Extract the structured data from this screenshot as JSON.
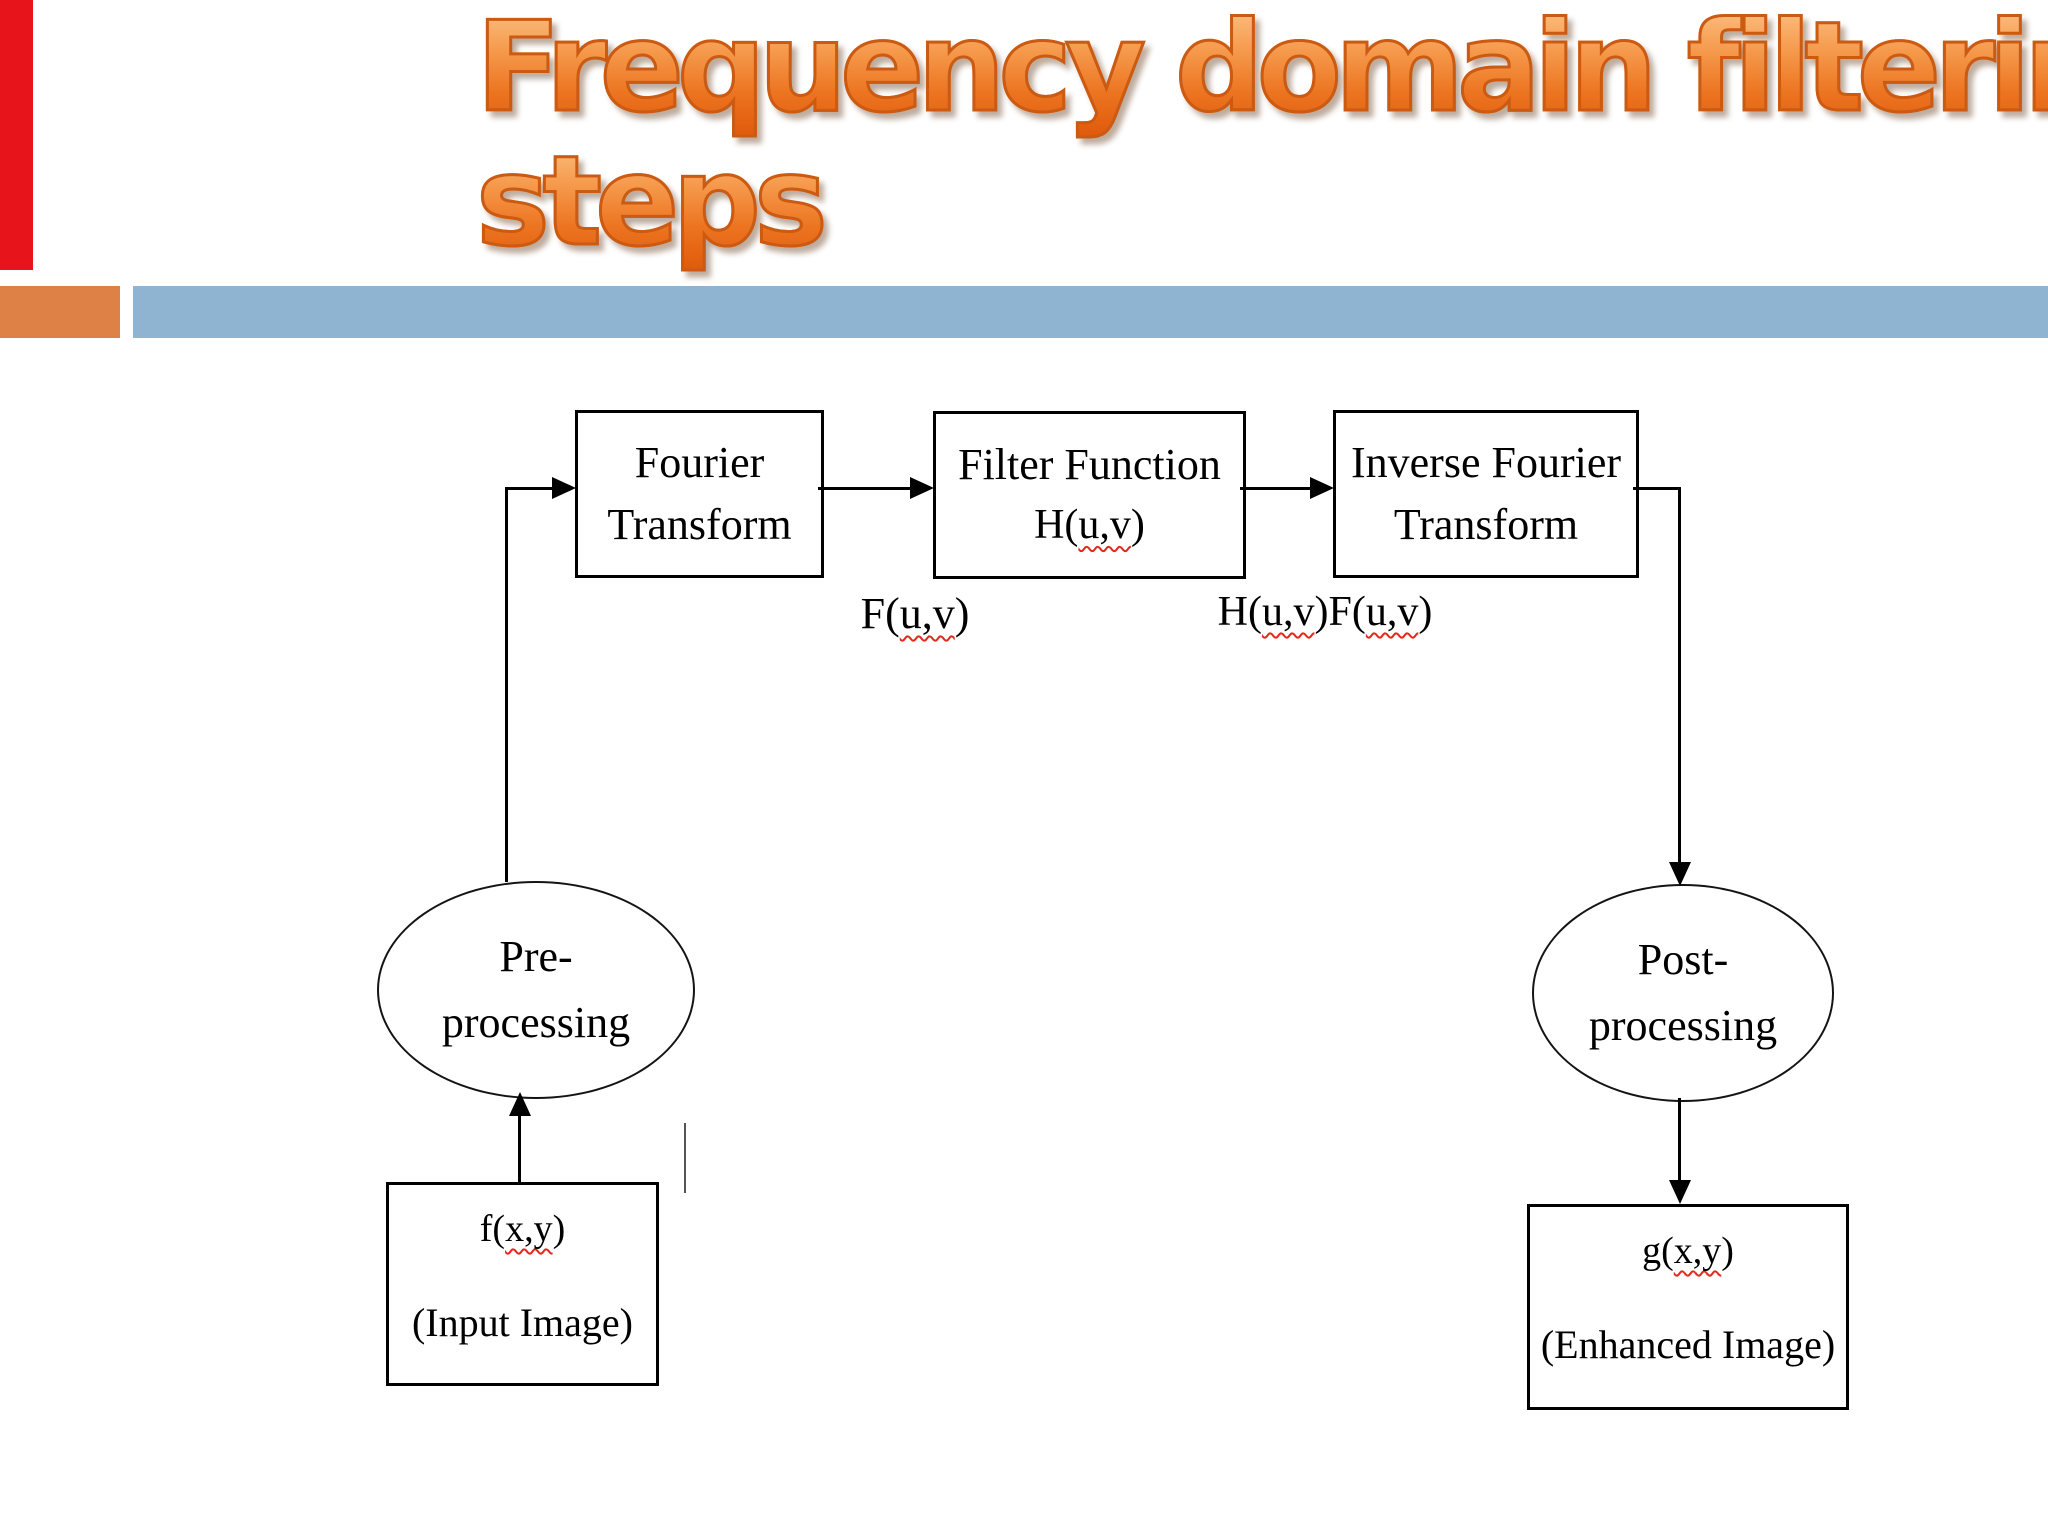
{
  "slide": {
    "title": {
      "line1": "Frequency domain filtering",
      "line2": "steps"
    },
    "colors": {
      "title_orange": "#ec7420",
      "accent_orange": "#dd8147",
      "band_blue": "#8fb4d2",
      "red_marker": "#e8141c",
      "squiggle_red": "#e22a1c"
    }
  },
  "flowchart": {
    "process_boxes": [
      {
        "line1": "Fourier",
        "line2": "Transform"
      },
      {
        "line1": "Filter Function",
        "formula": {
          "a": "H(",
          "b": "u,v",
          "c": ")"
        }
      },
      {
        "line1": "Inverse Fourier",
        "line2": "Transform"
      }
    ],
    "edge_labels": {
      "fuv": {
        "a": "F(",
        "b": "u,v",
        "c": ")"
      },
      "huv_fuv": {
        "a": "H(",
        "b": "u,v",
        "c": ")F(",
        "d": "u,v",
        "e": ")"
      }
    },
    "terminals": [
      {
        "line1": "Pre-",
        "line2": "processing"
      },
      {
        "line1": "Post-",
        "line2": "processing"
      }
    ],
    "io_boxes": [
      {
        "formula": {
          "a": "f(",
          "b": "x,y",
          "c": ")"
        },
        "caption": "(Input Image)"
      },
      {
        "formula": {
          "a": "g(",
          "b": "x,y",
          "c": ")"
        },
        "caption": "(Enhanced Image)"
      }
    ]
  }
}
